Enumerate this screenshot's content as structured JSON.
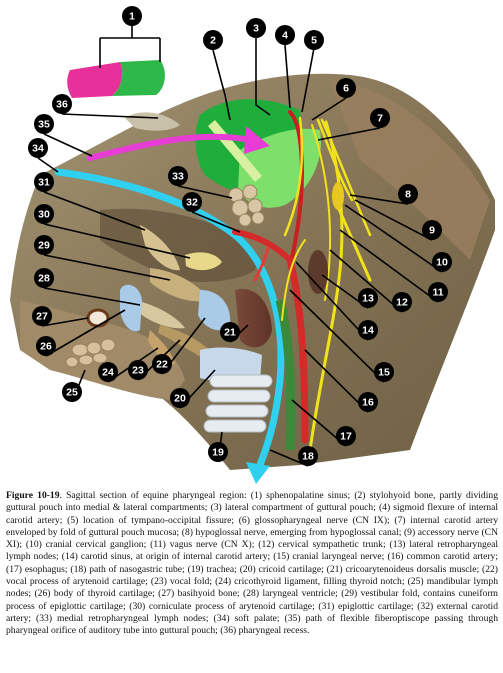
{
  "figure": {
    "markers": [
      "1",
      "2",
      "3",
      "4",
      "5",
      "6",
      "7",
      "8",
      "9",
      "10",
      "11",
      "12",
      "13",
      "14",
      "15",
      "16",
      "17",
      "18",
      "19",
      "20",
      "21",
      "22",
      "23",
      "24",
      "25",
      "26",
      "27",
      "28",
      "29",
      "30",
      "31",
      "32",
      "33",
      "34",
      "35",
      "36"
    ]
  },
  "caption": {
    "label": "Figure 10-19",
    "text": ". Sagittal section of equine pharyngeal region: (1) sphenopalatine sinus; (2) stylohyoid bone, partly dividing guttural pouch into medial & lateral compartments; (3) lateral compartment of guttural pouch; (4) sigmoid flexure of internal carotid artery; (5) location of tympano-occipital fissure; (6) glossopharyngeal nerve (CN IX); (7) internal carotid artery enveloped by fold of guttural pouch mucosa; (8) hypoglossal nerve, emerging from hypoglossal canal; (9) accessory nerve (CN XI); (10) cranial cervical ganglion; (11) vagus nerve (CN X); (12) cervical sympathetic trunk; (13) lateral retropharyngeal lymph nodes; (14) carotid sinus, at origin of internal carotid artery; (15) cranial laryngeal nerve; (16) common carotid artery; (17) esophagus; (18) path of nasogastric tube; (19) trachea; (20) cricoid cartilage; (21) cricoarytenoideus dorsalis muscle; (22) vocal process of arytenoid cartilage; (23) vocal fold; (24) cricothyroid ligament, filling thyroid notch; (25) mandibular lymph nodes; (26) body of thyroid cartilage; (27) basihyoid bone; (28) laryngeal ventricle; (29) vestibular fold, contains cuneiform process of epiglottic cartilage; (30) corniculate process of arytenoid cartilage; (31) epiglottic cartilage; (32) external carotid artery; (33) medial retropharyngeal lymph nodes; (34) soft palate; (35) path of flexible fiberoptiscope passing through pharyngeal orifice of auditory tube into guttural pouch; (36) pharyngeal recess."
  },
  "colors": {
    "marker": "#000000",
    "tissue": "#8a7a5c",
    "guttural_pouch": "#35c43a",
    "sinus": "#e8309a",
    "tube": "#2fd0f0",
    "artery": "#d42a2a",
    "nerve": "#f2e21a",
    "cartilage": "#b8d8f0"
  }
}
